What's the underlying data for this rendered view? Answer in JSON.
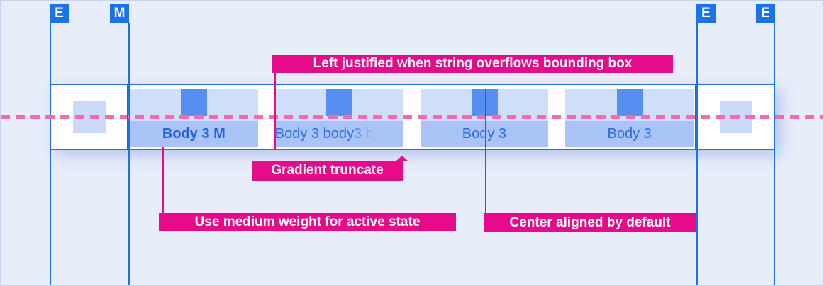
{
  "markers": [
    "E",
    "M",
    "E",
    "E"
  ],
  "bar": {
    "tabs": [
      {
        "label": "Body 3 M",
        "state": "active"
      },
      {
        "label_solid": "Body 3 body ",
        "label_faded": "3 b",
        "state": "truncated"
      },
      {
        "label": "Body 3",
        "state": "default"
      },
      {
        "label": "Body 3",
        "state": "default"
      }
    ]
  },
  "annotations": {
    "left_justified": "Left justified when string overflows bounding box",
    "gradient_truncate": "Gradient truncate",
    "medium_weight": "Use medium weight for active state",
    "center_aligned": "Center aligned by default"
  },
  "colors": {
    "guide_blue": "#1a73e8",
    "annotation_pink": "#e60b8b",
    "dashed_pink": "#ef6cb2",
    "tab_text_blue": "#2d6be2",
    "tab_bounds_fill": "#cfdef9",
    "tab_label_fill": "#a9c3f6",
    "accent_square_fill": "#578ff0",
    "background": "#e8edfa"
  }
}
